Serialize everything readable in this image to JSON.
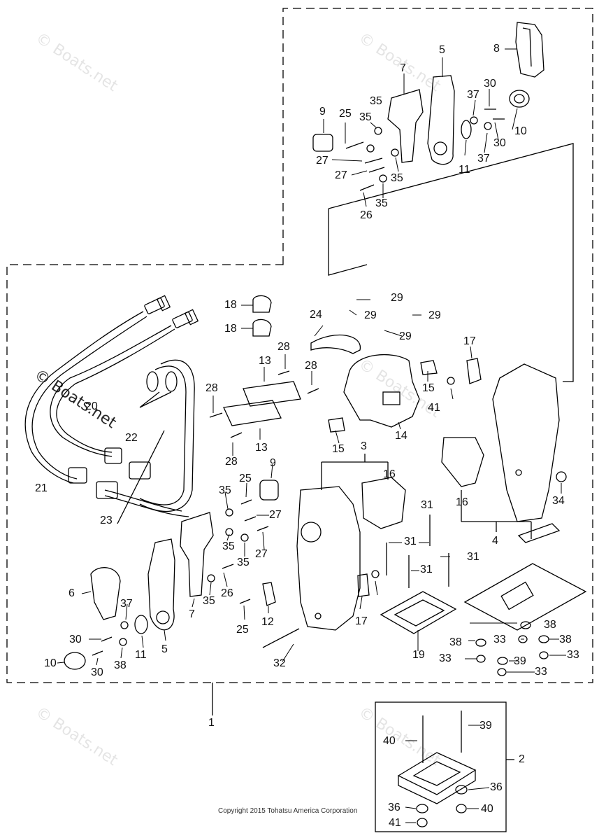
{
  "diagram": {
    "copyright": "Copyright 2015 Tohatsu America Corporation",
    "watermark": "© Boats.net",
    "watermark_prominent": "© Boats.net",
    "callouts": [
      "1",
      "2",
      "3",
      "4",
      "5",
      "5",
      "6",
      "7",
      "7",
      "8",
      "9",
      "9",
      "10",
      "10",
      "11",
      "11",
      "12",
      "13",
      "13",
      "14",
      "15",
      "15",
      "16",
      "16",
      "17",
      "17",
      "18",
      "18",
      "19",
      "20",
      "21",
      "22",
      "23",
      "24",
      "25",
      "25",
      "25",
      "26",
      "26",
      "27",
      "27",
      "27",
      "27",
      "28",
      "28",
      "28",
      "28",
      "29",
      "29",
      "29",
      "29",
      "30",
      "30",
      "30",
      "30",
      "31",
      "31",
      "31",
      "31",
      "32",
      "33",
      "33",
      "33",
      "33",
      "33",
      "34",
      "35",
      "35",
      "35",
      "35",
      "35",
      "35",
      "35",
      "35",
      "36",
      "36",
      "37",
      "37",
      "37",
      "38",
      "38",
      "38",
      "38",
      "39",
      "39",
      "40",
      "40",
      "41",
      "41"
    ]
  }
}
